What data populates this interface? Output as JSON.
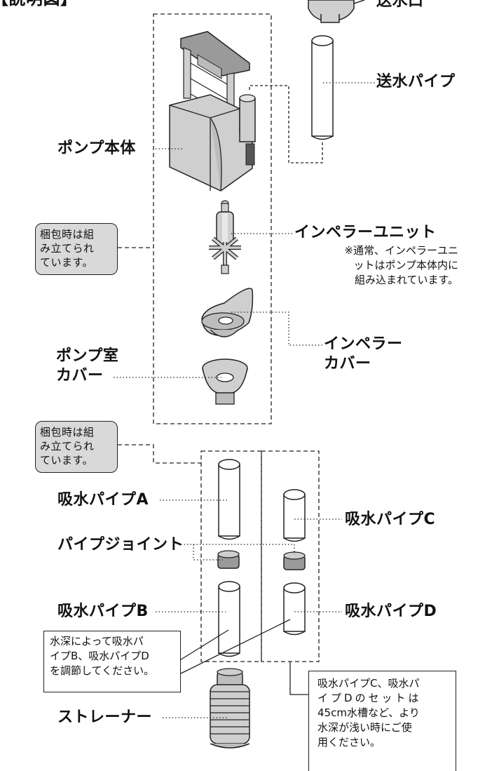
{
  "header": {
    "title_fragment": "【説明図】"
  },
  "labels": {
    "outlet": "送水口",
    "delivery_pipe": "送水パイプ",
    "pump_body": "ポンプ本体",
    "impeller_unit": "インペラーユニット",
    "impeller_note": [
      "※通常、インペラーユニ",
      "ットはポンプ本体内に",
      "組み込まれています。"
    ],
    "impeller_cover": [
      "インペラー",
      "カバー"
    ],
    "pump_chamber_cover": [
      "ポンプ室",
      "カバー"
    ],
    "intake_pipe_a": "吸水パイプA",
    "intake_pipe_c": "吸水パイプC",
    "pipe_joint": "パイプジョイント",
    "intake_pipe_b": "吸水パイプB",
    "intake_pipe_d": "吸水パイプD",
    "strainer": "ストレーナー"
  },
  "callouts": {
    "packing_top": [
      "梱包時は組",
      "み立てられ",
      "ています。"
    ],
    "packing_bottom": [
      "梱包時は組",
      "み立てられ",
      "ています。"
    ]
  },
  "notes": {
    "depth_adjust": [
      "水深によって吸水パ",
      "イプB、吸水パイプD",
      "を調節してください。"
    ],
    "cd_set": [
      "吸水パイプC、吸水パ",
      "イプDのセットは",
      "45cm水槽など、より",
      "水深が浅い時にご使",
      "用ください。"
    ]
  },
  "colors": {
    "part_fill": "#cfcfcf",
    "part_dark": "#9a9a9a",
    "callout_fill": "#d9d9d9",
    "line": "#222222"
  }
}
